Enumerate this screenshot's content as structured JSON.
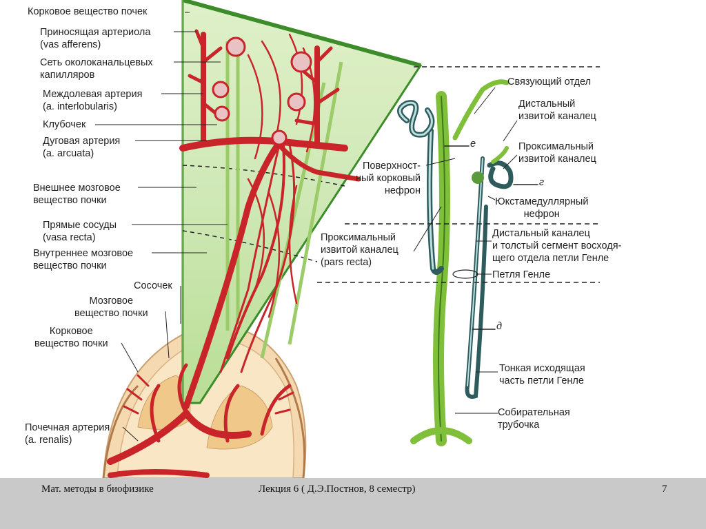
{
  "left_labels": {
    "cortex": "Корковое вещество почек",
    "afferent_1": "Приносящая артериола",
    "afferent_2": "(vas afferens)",
    "peritubular_1": "Сеть околоканальцевых",
    "peritubular_2": "капилляров",
    "interlobular_1": "Междолевая артерия",
    "interlobular_2": "(a. interlobularis)",
    "glomerulus": "Клубочек",
    "arcuate_1": "Дуговая артерия",
    "arcuate_2": "(a. arcuata)",
    "outer_medulla_1": "Внешнее мозговое",
    "outer_medulla_2": "вещество почки",
    "vasa_recta_1": "Прямые сосуды",
    "vasa_recta_2": "(vasa recta)",
    "inner_medulla_1": "Внутреннее мозговое",
    "inner_medulla_2": "вещество почки",
    "papilla": "Сосочек",
    "medulla_1": "Мозговое",
    "medulla_2": "вещество почки",
    "cortex2_1": "Корковое",
    "cortex2_2": "вещество почки",
    "renal_artery_1": "Почечная артерия",
    "renal_artery_2": "(a. renalis)"
  },
  "right_labels": {
    "connecting": "Связующий отдел",
    "distal_conv_1": "Дистальный",
    "distal_conv_2": "извитой каналец",
    "proximal_conv_1": "Проксимальный",
    "proximal_conv_2": "извитой каналец",
    "juxta_1": "Юкстамедуллярный",
    "juxta_2": "нефрон",
    "distal_thick_1": "Дистальный каналец",
    "distal_thick_2": "и толстый сегмент восходя-",
    "distal_thick_3": "щего отдела петли Генле",
    "loop": "Петля Генле",
    "thin_desc_1": "Тонкая исходящая",
    "thin_desc_2": "часть петли Генле",
    "collecting_1": "Собирательная",
    "collecting_2": "трубочка"
  },
  "mid_labels": {
    "superficial_1": "Поверхност-",
    "superficial_2": "ный корковый",
    "superficial_3": "нефрон",
    "prox_recta_1": "Проксимальный",
    "prox_recta_2": "извитой каналец",
    "prox_recta_3": "(pars recta)",
    "sec_e": "е",
    "sec_g": "г",
    "sec_d": "д"
  },
  "footer": {
    "course": "Мат. методы в биофизике",
    "lecture": "Лекция 6 ( Д.Э.Постнов, 8 семестр)",
    "page": "7"
  },
  "colors": {
    "artery": "#c8242a",
    "tubule_green": "#7fbf3a",
    "tubule_dark": "#2e5c5c",
    "footer_bg": "#c9c9c9"
  }
}
